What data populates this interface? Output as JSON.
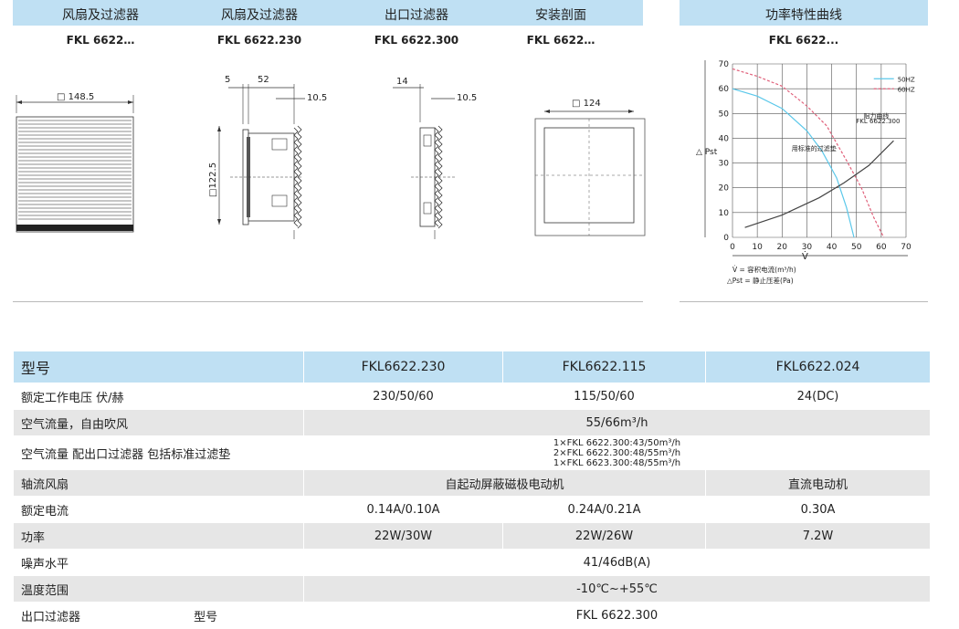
{
  "top_headers": [
    {
      "label": "风扇及过滤器",
      "model": "FKL 6622…"
    },
    {
      "label": "风扇及过滤器",
      "model": "FKL 6622.230"
    },
    {
      "label": "出口过滤器",
      "model": "FKL 6622.300"
    },
    {
      "label": "安装剖面",
      "model": "FKL 6622…"
    },
    {
      "label": "功率特性曲线",
      "model": "FKL 6622..."
    }
  ],
  "drawings": {
    "d1_width": "□ 148.5",
    "d2_dim_a": "5",
    "d2_dim_b": "52",
    "d2_dim_c": "10.5",
    "d2_dim_h": "□122.5",
    "d3_dim_a": "14",
    "d3_dim_b": "10.5",
    "d4_cutout": "□ 124"
  },
  "chart_data": {
    "type": "line",
    "title": "",
    "xlabel": "V̇",
    "ylabel": "△ Pst",
    "xlim": [
      0,
      70
    ],
    "ylim": [
      0,
      70
    ],
    "xticks": [
      "0",
      "10",
      "20",
      "30",
      "40",
      "50",
      "60",
      "70"
    ],
    "yticks": [
      "0",
      "10",
      "20",
      "30",
      "40",
      "50",
      "60",
      "70"
    ],
    "grid": true,
    "legend_position": "top-right",
    "series": [
      {
        "name": "50HZ",
        "color": "#5bc8ea",
        "style": "solid",
        "x": [
          0,
          10,
          20,
          30,
          36,
          42,
          46,
          48,
          49
        ],
        "y": [
          60,
          57,
          52,
          43,
          35,
          24,
          12,
          4,
          0
        ]
      },
      {
        "name": "60HZ",
        "color": "#e0607a",
        "style": "dashed",
        "x": [
          0,
          10,
          20,
          30,
          38,
          46,
          52,
          57,
          61
        ],
        "y": [
          68,
          65,
          61,
          53,
          45,
          31,
          20,
          8,
          0
        ]
      },
      {
        "name": "",
        "color": "#444444",
        "style": "solid",
        "x": [
          5,
          20,
          35,
          45,
          55,
          65
        ],
        "y": [
          4,
          9,
          16,
          22,
          29,
          39
        ]
      }
    ],
    "annotations": [
      {
        "text": "阻力曲线",
        "x": 30,
        "y": 48
      },
      {
        "text": "FKL 6622.300",
        "x": 27,
        "y": 46
      },
      {
        "text": "用标准的过滤垫",
        "x": 1,
        "y": 35
      }
    ],
    "footnote_1": "V̇  = 容积电流(m³/h)",
    "footnote_2": "△Pst = 静止压差(Pa)"
  },
  "spec_table": {
    "header": {
      "label": "型号",
      "c1": "FKL6622.230",
      "c2": "FKL6622.115",
      "c3": "FKL6622.024"
    },
    "voltage": {
      "label": "额定工作电压 伏/赫",
      "c1": "230/50/60",
      "c2": "115/50/60",
      "c3": "24(DC)"
    },
    "airflow_free": {
      "label": "空气流量，自由吹风",
      "value": "55/66m³/h"
    },
    "airflow_filter": {
      "label": "空气流量  配出口过滤器 包括标准过滤垫",
      "line1": "1×FKL 6622.300:43/50m³/h",
      "line2": "2×FKL 6622.300:48/55m³/h",
      "line3": "1×FKL 6623.300:48/55m³/h"
    },
    "motor": {
      "label": "轴流风扇",
      "ac": "自起动屏蔽磁极电动机",
      "dc": "直流电动机"
    },
    "current": {
      "label": "额定电流",
      "c1": "0.14A/0.10A",
      "c2": "0.24A/0.21A",
      "c3": "0.30A"
    },
    "power": {
      "label": "功率",
      "c1": "22W/30W",
      "c2": "22W/26W",
      "c3": "7.2W"
    },
    "noise": {
      "label": "噪声水平",
      "value": "41/46dB(A)"
    },
    "temp": {
      "label": "温度范围",
      "value": "-10℃~+55℃"
    },
    "outlet": {
      "label": "出口过滤器",
      "sublabel": "型号",
      "value": "FKL 6622.300"
    }
  }
}
